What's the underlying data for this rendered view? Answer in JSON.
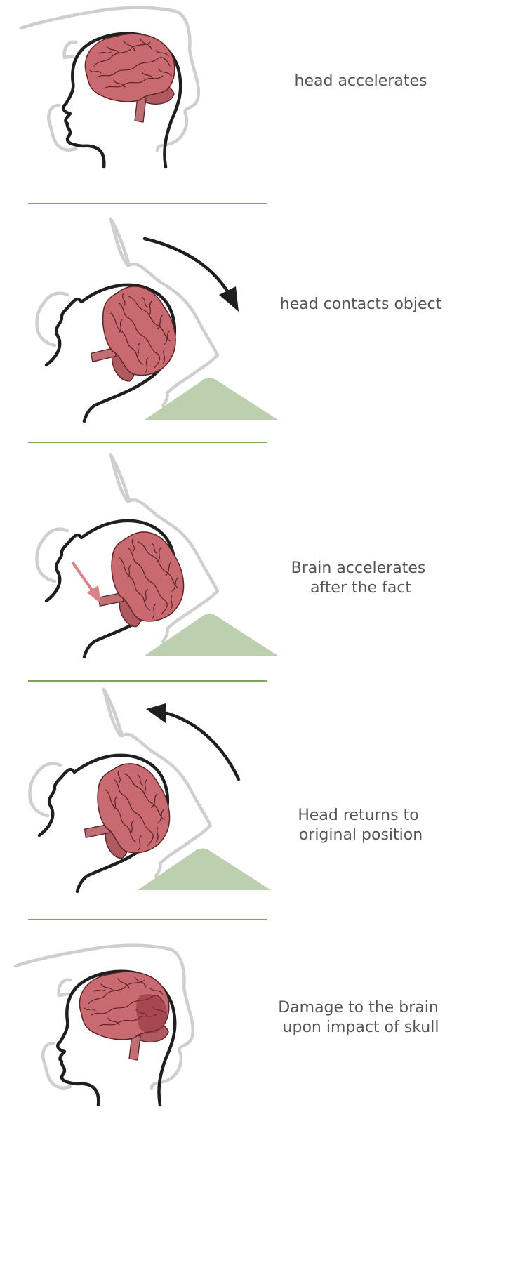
{
  "steps": [
    {
      "caption_lines": [
        "head accelerates"
      ]
    },
    {
      "caption_lines": [
        "head contacts object"
      ]
    },
    {
      "caption_lines": [
        "Brain accelerates",
        "after the fact"
      ]
    },
    {
      "caption_lines": [
        "Head returns to",
        "original position"
      ]
    },
    {
      "caption_lines": [
        "Damage to the brain",
        "upon impact of skull"
      ]
    }
  ],
  "colors": {
    "brain": "#c86a70",
    "obstacle": "#bccfae",
    "divider": "#7aa460",
    "motion_arrow_brain": "#d98286",
    "caption_text": "#555555"
  }
}
